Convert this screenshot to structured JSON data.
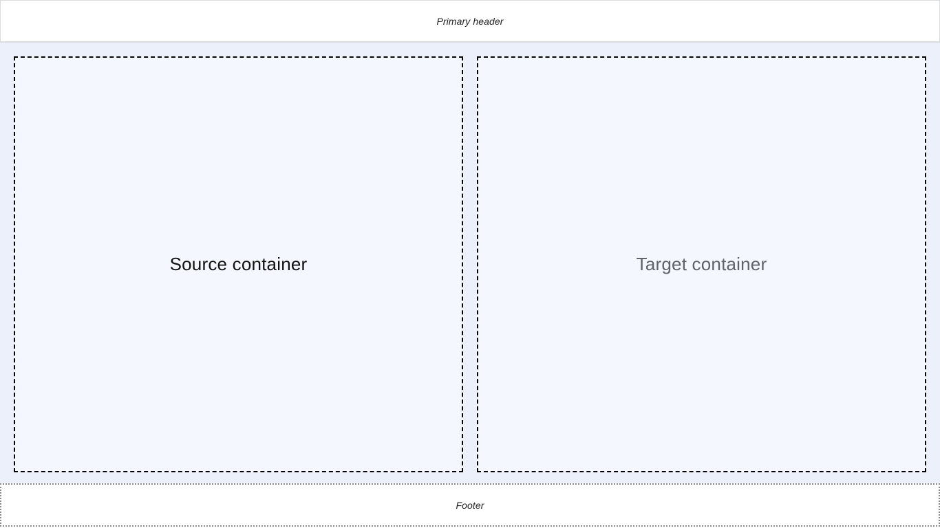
{
  "header": {
    "title": "Primary header"
  },
  "main": {
    "source_container": {
      "label": "Source container"
    },
    "target_container": {
      "label": "Target container"
    }
  },
  "footer": {
    "title": "Footer"
  },
  "colors": {
    "page_background": "#ecf0fa",
    "container_background": "#f4f7fd",
    "container_border": "#000000",
    "header_border": "#dadce0",
    "footer_border": "#8a8a8a",
    "banner_text": "#1f1f1f",
    "source_text": "#111111",
    "target_text": "#5f6368"
  }
}
